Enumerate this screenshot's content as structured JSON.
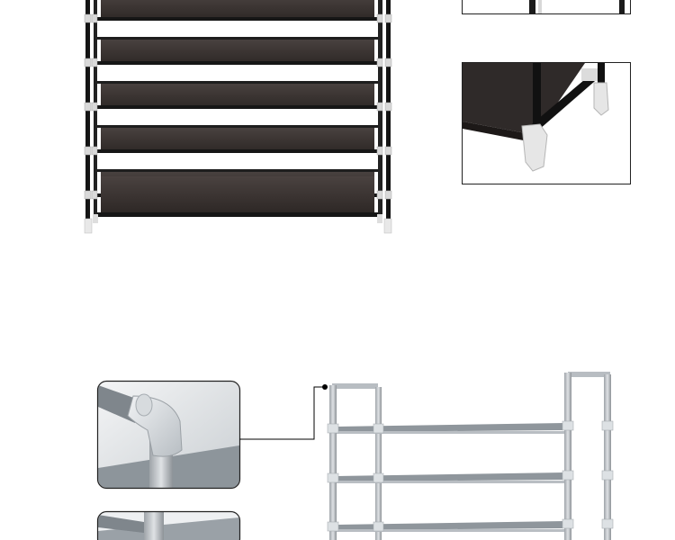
{
  "page": {
    "background": "#ffffff"
  },
  "colors": {
    "dark_frame": "#141414",
    "dark_shelf": "#3b3432",
    "dark_shelf_edge": "#241f1e",
    "connector": "#dcdcdc",
    "grey_frame": "#a9aeb3",
    "grey_shelf": "#8f969c",
    "callout_line": "#000000"
  },
  "images": [
    {
      "name": "dark-shoe-rack-photo",
      "shelf_count": 5
    },
    {
      "name": "dark-rack-top-detail-photo"
    },
    {
      "name": "dark-rack-corner-detail-photo"
    },
    {
      "name": "grey-elbow-connector-detail-photo"
    },
    {
      "name": "grey-shelf-detail-photo"
    },
    {
      "name": "grey-three-tier-rack-photo",
      "shelf_count": 3
    }
  ]
}
